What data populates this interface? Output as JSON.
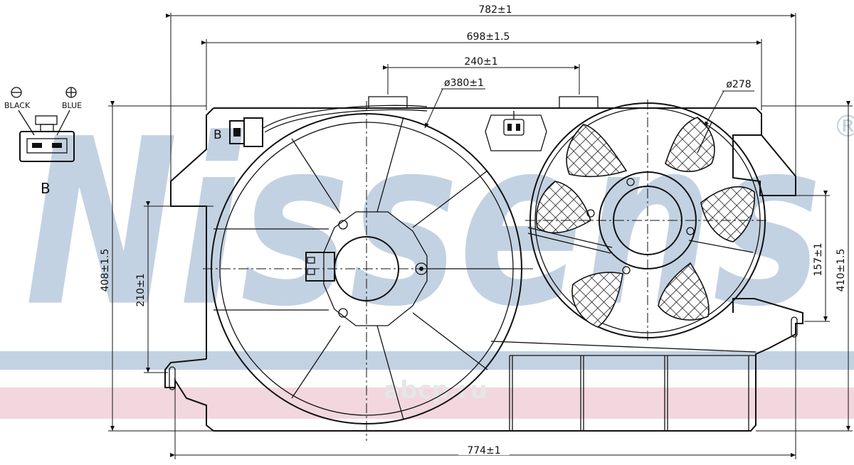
{
  "watermark": {
    "brand": "Nissens",
    "registered_mark": "®",
    "site": "abcp.ru"
  },
  "colors": {
    "watermark_blue": "#c3d2e2",
    "watermark_red": "#f2d7df",
    "line": "#111111"
  },
  "connector_legend": {
    "minus_label": "BLACK",
    "plus_label": "BLUE",
    "connector_letter": "B"
  },
  "drawing": {
    "connector_tag": "B",
    "dimensions": {
      "overall_width_top": "782±1",
      "mount_width": "698±1.5",
      "connector_spacing": "240±1",
      "large_fan_diameter": "ø380±1",
      "small_fan_diameter": "ø278",
      "overall_height_left": "408±1.5",
      "left_fan_center_height": "210±1",
      "right_fan_height": "157±1",
      "overall_height_right": "410±1.5",
      "overall_width_bottom": "774±1"
    }
  }
}
